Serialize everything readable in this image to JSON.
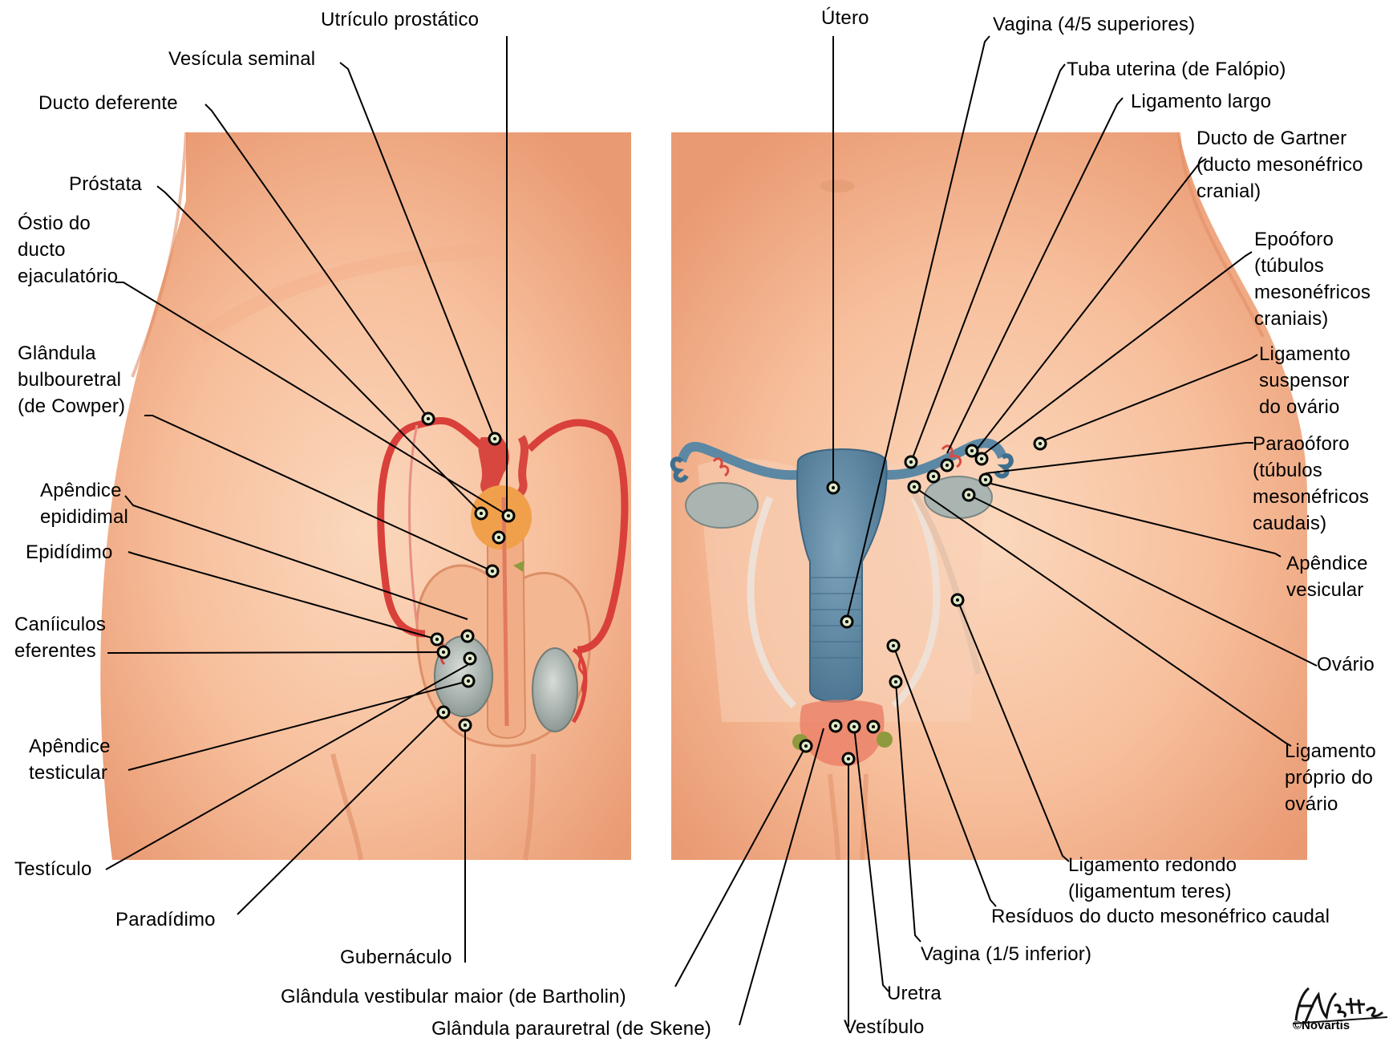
{
  "labels": {
    "utriculo": "Utrículo prostático",
    "vesicula": "Vesícula seminal",
    "ducto_deferente": "Ducto deferente",
    "prostata": "Próstata",
    "ostio": "Óstio do\nducto\nejaculatório",
    "bulbouretral": "Glândula\nbulbouretral\n(de Cowper)",
    "apendice_epididimal": "Apêndice\nepididimal",
    "epididimo": "Epidídimo",
    "caniculos": "Caníiculos\neferentes",
    "apendice_testicular": "Apêndice\ntesticular",
    "testiculo": "Testículo",
    "paradidimo": "Paradídimo",
    "gubernaculo": "Gubernáculo",
    "bartholin": "Glândula vestibular maior (de Bartholin)",
    "skene": "Glândula parauretral (de Skene)",
    "utero": "Útero",
    "vagina_sup": "Vagina (4/5 superiores)",
    "tuba": "Tuba uterina (de Falópio)",
    "lig_largo": "Ligamento largo",
    "gartner": "Ducto de Gartner\n(ducto mesonéfrico\ncranial)",
    "epooforo": "Epoóforo\n(túbulos\nmesonéfricos\ncraniais)",
    "lig_suspensor": "Ligamento\nsuspensor\ndo ovário",
    "paraooforo": "Paraoóforo\n(túbulos\nmesonéfricos\ncaudais)",
    "apendice_vesicular": "Apêndice\nvesicular",
    "ovario": "Ovário",
    "lig_proprio": "Ligamento\npróprio do\novário",
    "lig_redondo": "Ligamento redondo\n(ligamentum teres)",
    "residuos": "Resíduos do ducto mesonéfrico caudal",
    "vagina_inf": "Vagina (1/5 inferior)",
    "uretra": "Uretra",
    "vestibulo": "Vestíbulo"
  },
  "signature": {
    "text": "Netter",
    "copyright": "©Novartis"
  },
  "colors": {
    "skin_light": "#fbdcc4",
    "skin_mid": "#f6b48c",
    "skin_dark": "#e89168",
    "duct_red": "#d9403a",
    "prostate": "#f0a04a",
    "uterus_blue": "#5c88a4",
    "ovary_gray": "#aab4b0",
    "marker_fill": "#dfe8c8"
  }
}
